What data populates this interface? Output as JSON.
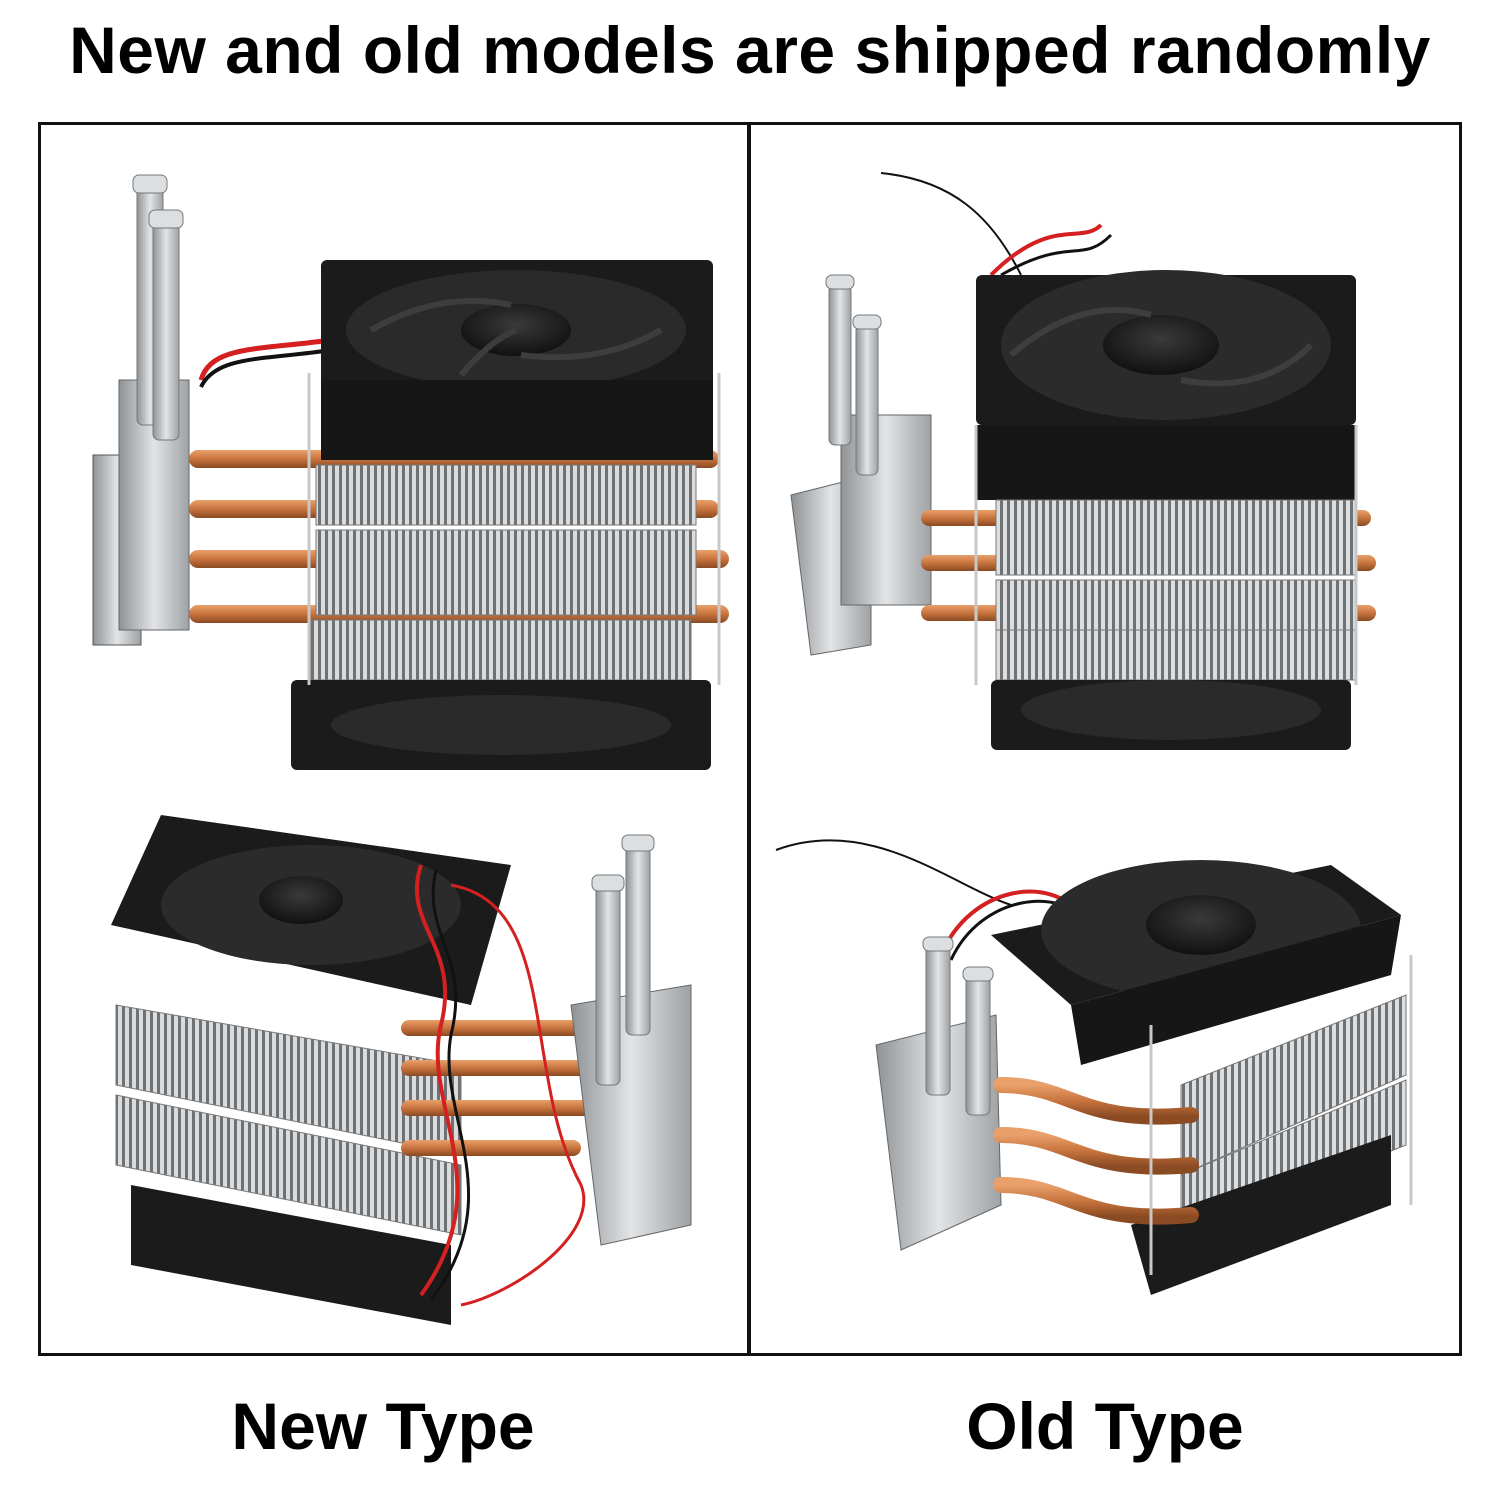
{
  "headline": "New and old models are shipped randomly",
  "panels": [
    {
      "caption": "New Type"
    },
    {
      "caption": "Old Type"
    }
  ],
  "colors": {
    "fan": "#1b1b1b",
    "fin": "#c9cbcd",
    "copper": "#c8743e",
    "aluminium": "#b9bcbf",
    "wire_red": "#d42020",
    "wire_black": "#111111"
  }
}
